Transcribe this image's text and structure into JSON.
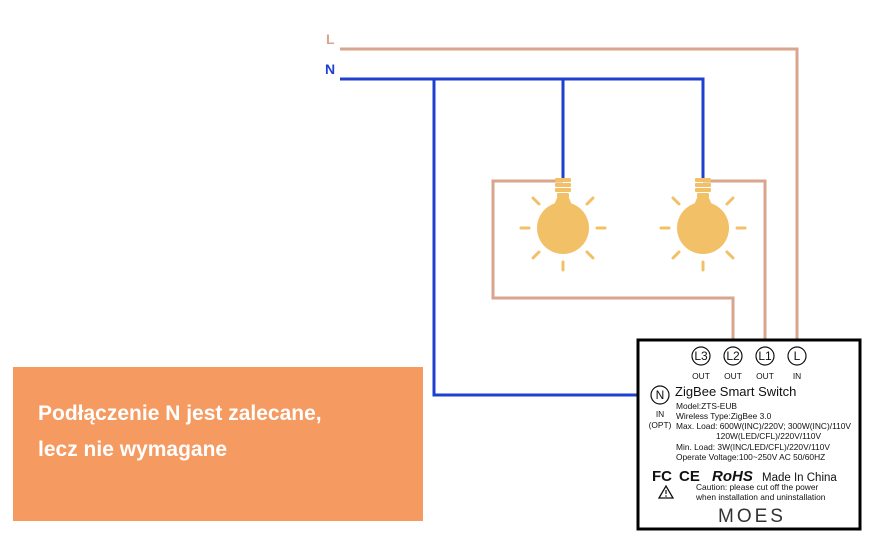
{
  "colors": {
    "live_wire": "#d9a58c",
    "neutral_wire": "#1f3fd1",
    "bulb": "#f2c066",
    "callout": "#f59b62"
  },
  "wires": {
    "live_label": "L",
    "neutral_label": "N"
  },
  "device": {
    "terminals": [
      {
        "symbol": "L3",
        "caption": "OUT"
      },
      {
        "symbol": "L2",
        "caption": "OUT"
      },
      {
        "symbol": "L1",
        "caption": "OUT"
      },
      {
        "symbol": "L",
        "caption": "IN"
      }
    ],
    "neutral_terminal": {
      "symbol": "N",
      "caption": "IN",
      "note": "(OPT)"
    },
    "title": "ZigBee Smart Switch",
    "model": "Model:ZTS-EUB",
    "wireless": "Wireless Type:ZigBee 3.0",
    "max_load": "Max. Load: 600W(INC)/220V; 300W(INC)/110V",
    "max_load_2": "120W(LED/CFL)/220V/110V",
    "min_load": "Min. Load: 3W(INC/LED/CFL)/220V/110V",
    "voltage": "Operate Voltage:100~250V AC 50/60HZ",
    "cert_fc": "FC",
    "cert_ce": "CE",
    "cert_rohs": "RoHS",
    "made_in": "Made In China",
    "caution_1": "Caution: please cut off the power",
    "caution_2": "when installation and uninstallation",
    "brand": "MOES"
  },
  "callout": {
    "line1": "Podłączenie N jest zalecane,",
    "line2": "lecz nie wymagane"
  }
}
